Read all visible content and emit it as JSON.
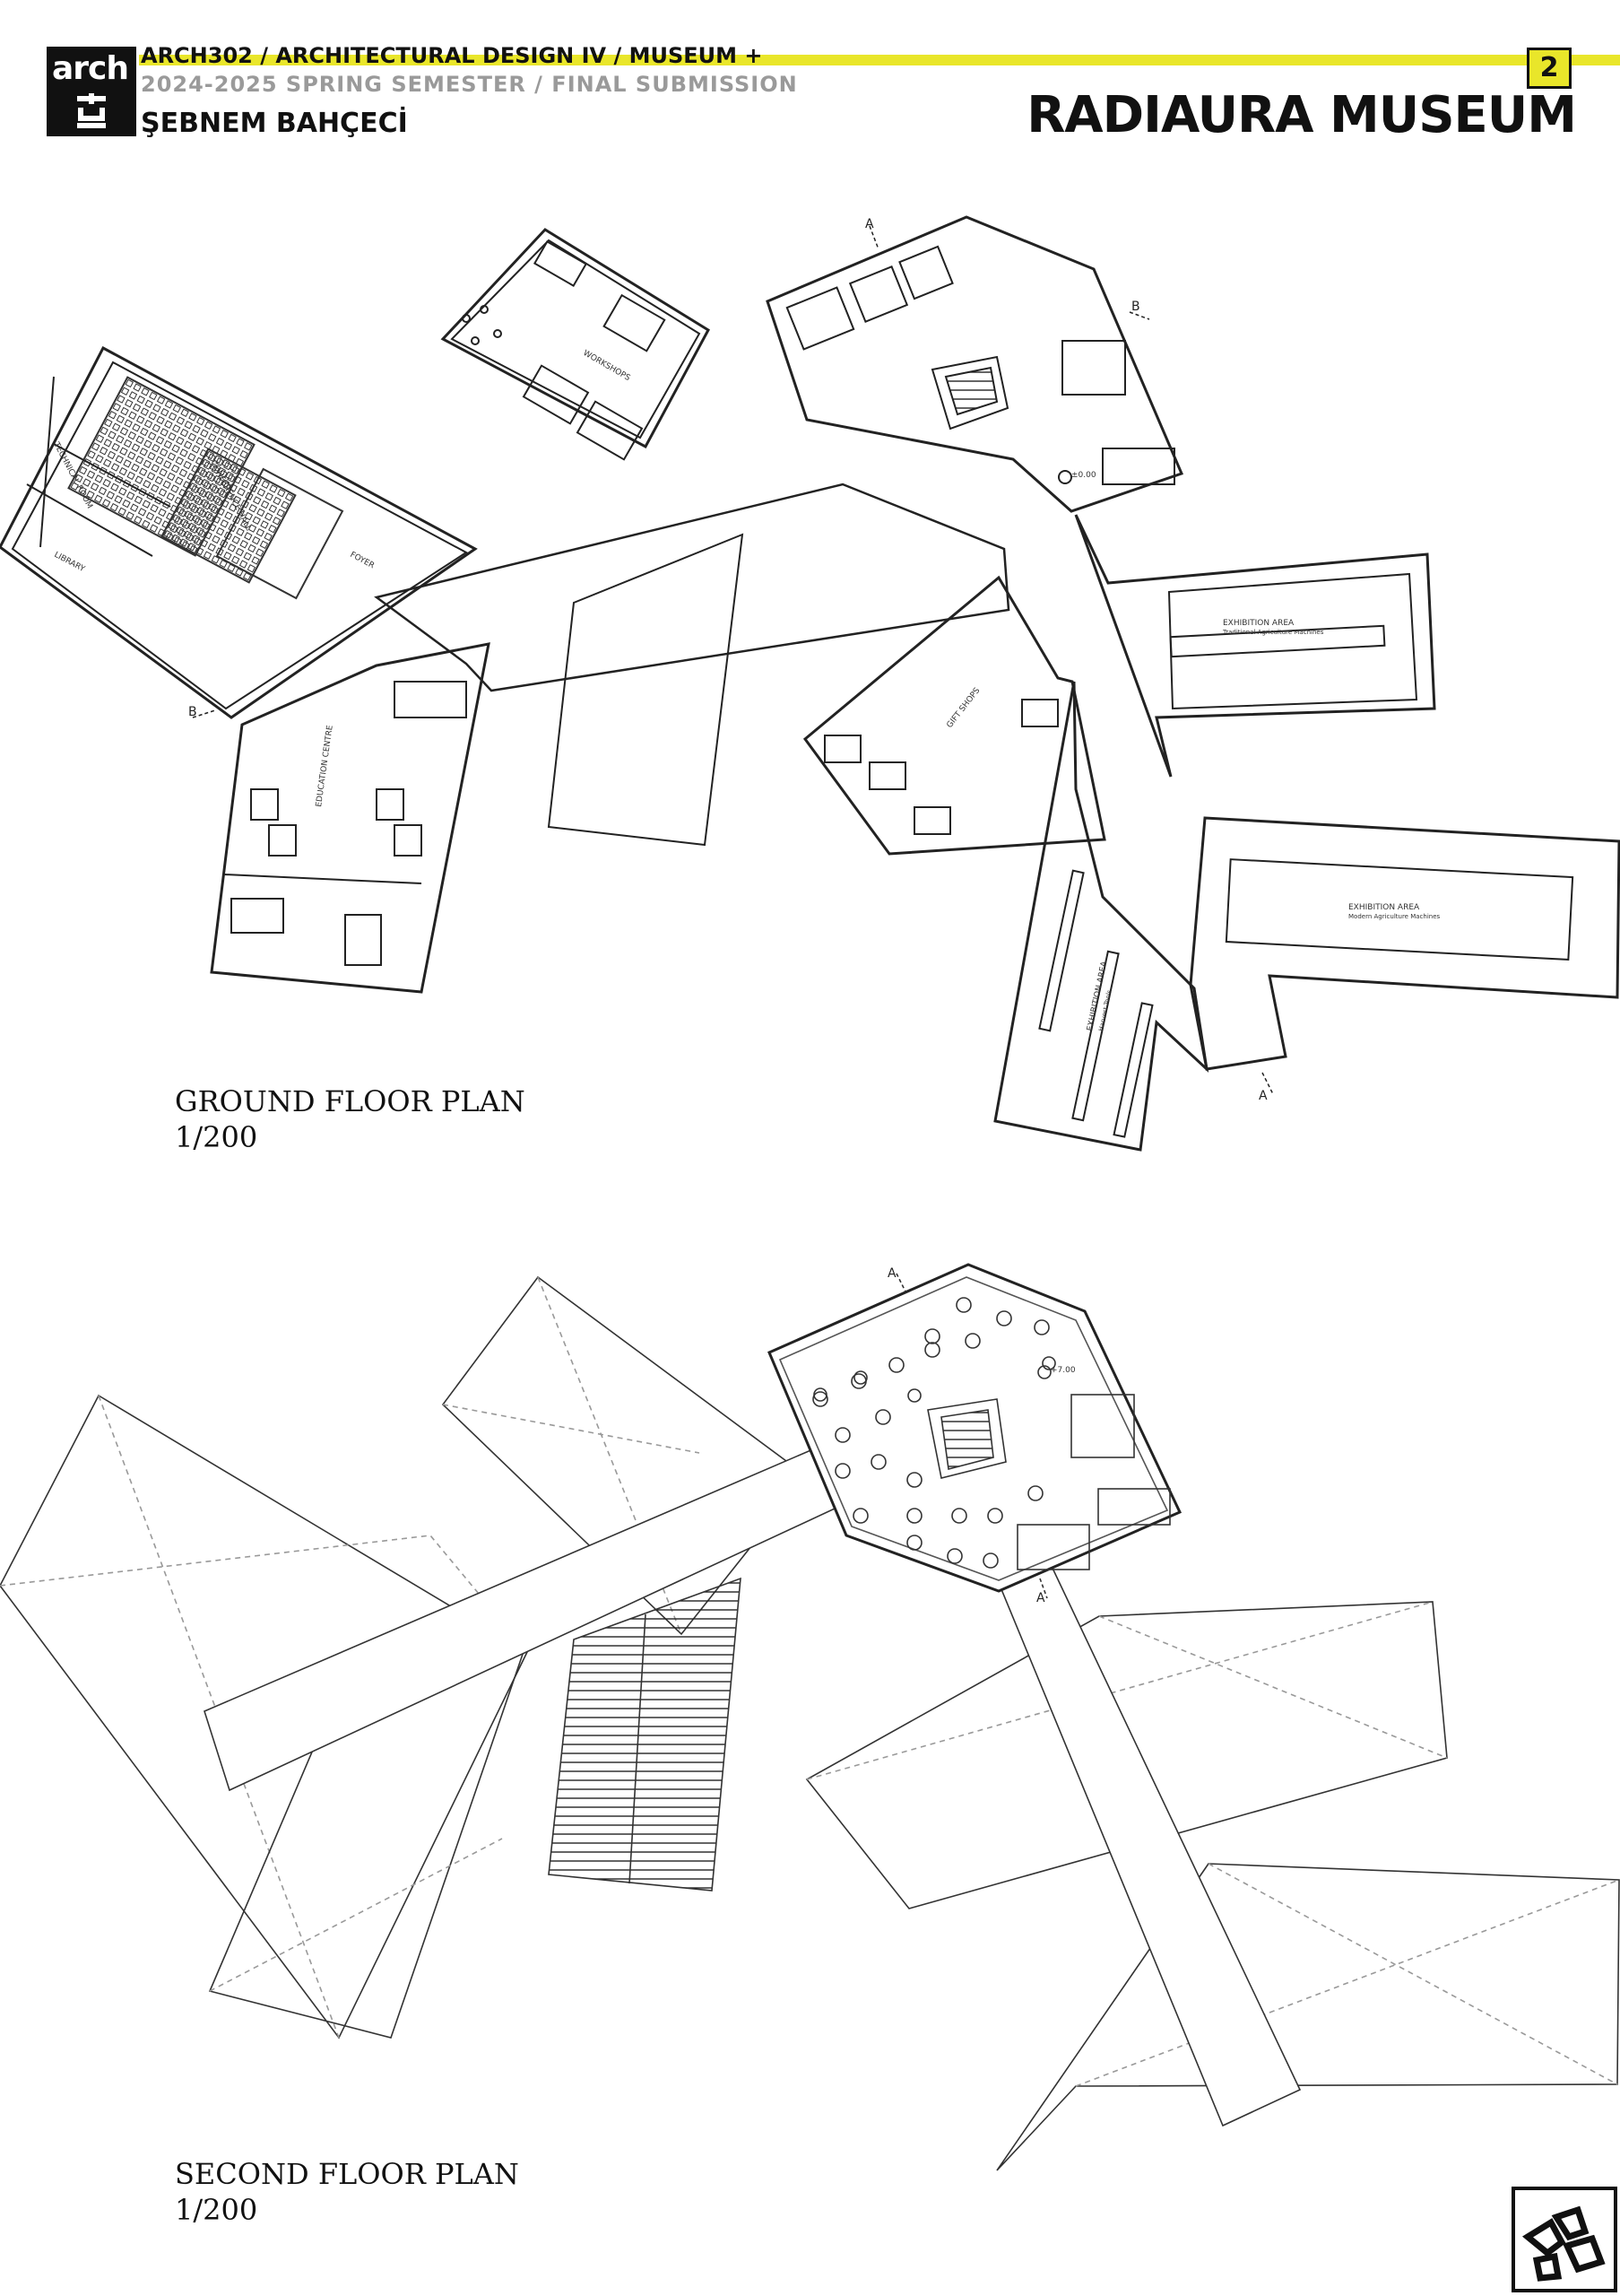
{
  "header": {
    "logo_text": "arch",
    "course_line": "ARCH302 / ARCHITECTURAL DESIGN IV / MUSEUM +",
    "semester_line": "2024-2025 SPRING SEMESTER / FINAL SUBMISSION",
    "author": "ŞEBNEM BAHÇECİ",
    "page_number": "2",
    "project_title": "RADIAURA MUSEUM",
    "accent_color": "#e9e62a"
  },
  "ground_floor": {
    "title": "GROUND FLOOR PLAN",
    "scale": "1/200",
    "room_labels": {
      "technical_room": "TECHNICAL ROOM",
      "library": "LIBRARY",
      "conference_hall": "CONFERENCE HALL",
      "foyer": "FOYER",
      "workshops": "WORKSHOPS",
      "education_centre": "EDUCATION CENTRE",
      "gift_shops": "GIFT SHOPS",
      "exhibition_area_1": "EXHIBITION AREA",
      "exhibition_area_1_sub": "Traditional Agriculture Machines",
      "exhibition_area_2": "EXHIBITION AREA",
      "exhibition_area_2_sub": "Modern Agriculture Machines",
      "exhibition_area_3": "EXHIBITION AREA",
      "exhibition_area_3_sub": "Harvest Tools"
    },
    "section_marks": {
      "a": "A",
      "b": "B"
    },
    "level_mark": "±0.00"
  },
  "second_floor": {
    "title": "SECOND FLOOR PLAN",
    "scale": "1/200",
    "section_marks": {
      "a": "A"
    },
    "level_mark": "+7.00"
  }
}
